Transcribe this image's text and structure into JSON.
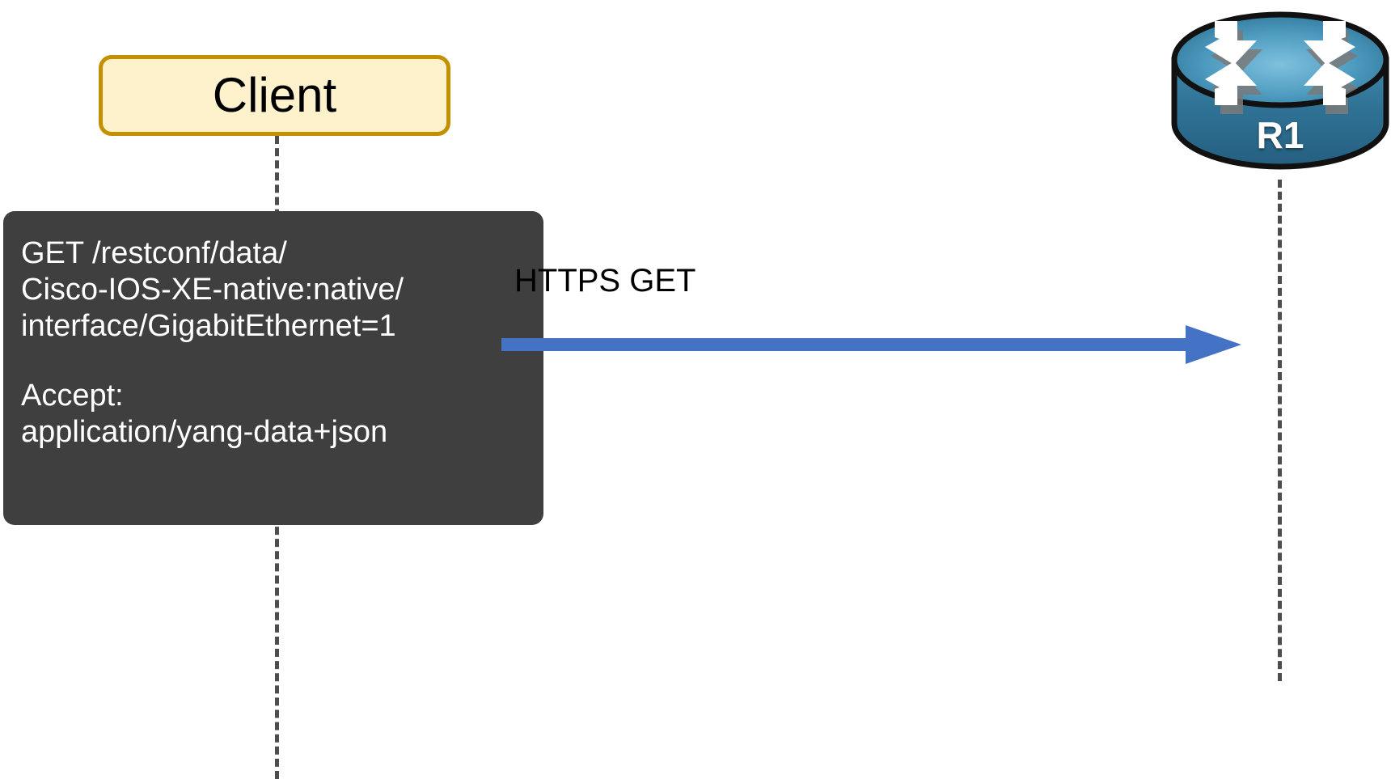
{
  "diagram": {
    "type": "sequence-diagram",
    "background": "#ffffff",
    "title_text": null
  },
  "participants": [
    {
      "id": "client",
      "label": "Client",
      "shape": "rounded-rectangle",
      "fill": "#fdf2cc",
      "stroke": "#c49000",
      "text_color": "#000000"
    },
    {
      "id": "r1",
      "label": "R1",
      "shape": "cisco-router-cylinder",
      "fill": "#3d85ad",
      "stroke": "#1a1a1a",
      "text_color": "#ffffff",
      "icon": "router-icon"
    }
  ],
  "lifelines": {
    "style": "dashed",
    "color": "#4d4d4d"
  },
  "notes": [
    {
      "id": "request-note",
      "attached_to": "client",
      "fill": "#3f3f3f",
      "text_color": "#ffffff",
      "lines": [
        "GET /restconf/data/",
        "Cisco-IOS-XE-native:native/",
        "interface/GigabitEthernet=1",
        "",
        "Accept:",
        "application/yang-data+json"
      ],
      "line1": "GET /restconf/data/",
      "line2": "Cisco-IOS-XE-native:native/",
      "line3": "interface/GigabitEthernet=1",
      "line4": "Accept:",
      "line5": "application/yang-data+json"
    }
  ],
  "messages": [
    {
      "id": "https-get",
      "label": "HTTPS GET",
      "from": "client",
      "to": "r1",
      "direction": "right",
      "color": "#4472c4",
      "style": "solid-arrow"
    }
  ]
}
